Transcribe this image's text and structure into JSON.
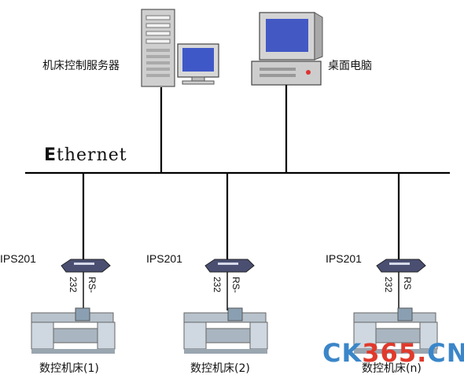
{
  "server": {
    "label": "机床控制服务器"
  },
  "desktop": {
    "label": "桌面电脑"
  },
  "network": {
    "label_initial": "E",
    "label_rest": "thernet"
  },
  "nodes": [
    {
      "device": "IPS201",
      "port_top": "RS-",
      "port_bottom": "232",
      "machine": "数控机床(1)"
    },
    {
      "device": "IPS201",
      "port_top": "RS-",
      "port_bottom": "232",
      "machine": "数控机床(2)"
    },
    {
      "device": "IPS201",
      "port_top": "RS",
      "port_bottom": "232",
      "machine": "数控机床(n)"
    }
  ],
  "watermark": {
    "left": "CK",
    "mid": "365",
    "dot": ".",
    "right": "CN"
  },
  "colors": {
    "line": "#000000",
    "watermark_blue": "#3b86c9",
    "watermark_red": "#e03a2c"
  }
}
